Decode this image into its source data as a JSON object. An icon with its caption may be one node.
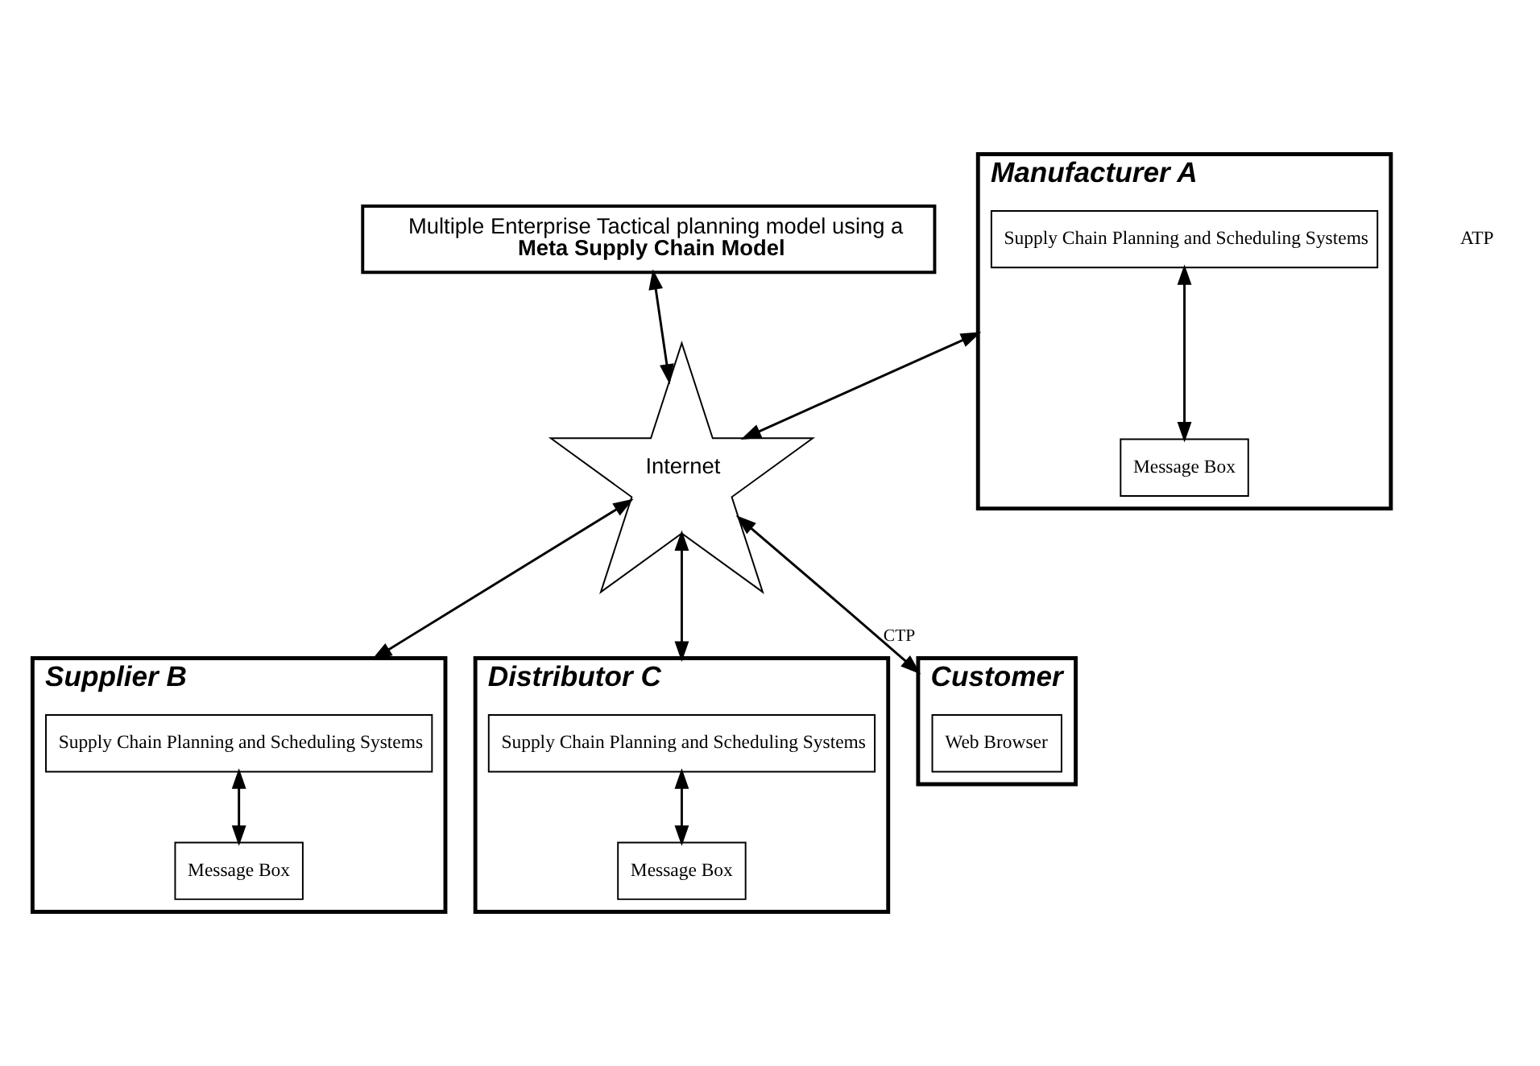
{
  "diagram": {
    "nodes": [
      {
        "text": [
          "Multiple Enterprise Tactical planning model using a **Meta Supply Chain Model**"
        ]
      },
      {
        "text": [
          "Supplier B"
        ]
      },
      {
        "text": [
          "Supply Chain Planning and Scheduling Systems"
        ],
        "in": 1
      },
      {
        "text": [
          "Message Box"
        ],
        "in": 1
      },
      {
        "text": [
          "Manufacturer A"
        ]
      },
      {
        "text": [
          "Supply Chain Planning and Scheduling Systems"
        ],
        "in": 4
      },
      {
        "text": [
          "Message Box"
        ],
        "in": 4
      },
      {
        "text": [
          "Internet"
        ]
      },
      {
        "text": [
          "Distributor C"
        ]
      },
      {
        "text": [
          "Supply Chain Planning and Scheduling Systems"
        ],
        "in": 8
      },
      {
        "text": [
          "Message Box"
        ],
        "in": 8
      },
      {
        "text": [
          "Customer"
        ]
      },
      {
        "text": [
          "Web Browser"
        ],
        "in": 11
      }
    ],
    "edges": [
      {
        "from": 0,
        "to": 7,
        "arrow": "both"
      },
      {
        "from": 7,
        "to": 1,
        "arrow": "both"
      },
      {
        "from": 2,
        "to": 3,
        "arrow": "both"
      },
      {
        "from": 4,
        "to": 7,
        "arrow": "both"
      },
      {
        "from": 5,
        "to": 6,
        "arrow": "both"
      },
      {
        "from": 7,
        "to": 8,
        "arrow": "both"
      },
      {
        "from": 9,
        "to": 10,
        "arrow": "both"
      },
      {
        "from": 7,
        "to": 11,
        "label": "CTP",
        "arrow": "both"
      }
    ],
    "labels": [
      "ATP"
    ]
  }
}
